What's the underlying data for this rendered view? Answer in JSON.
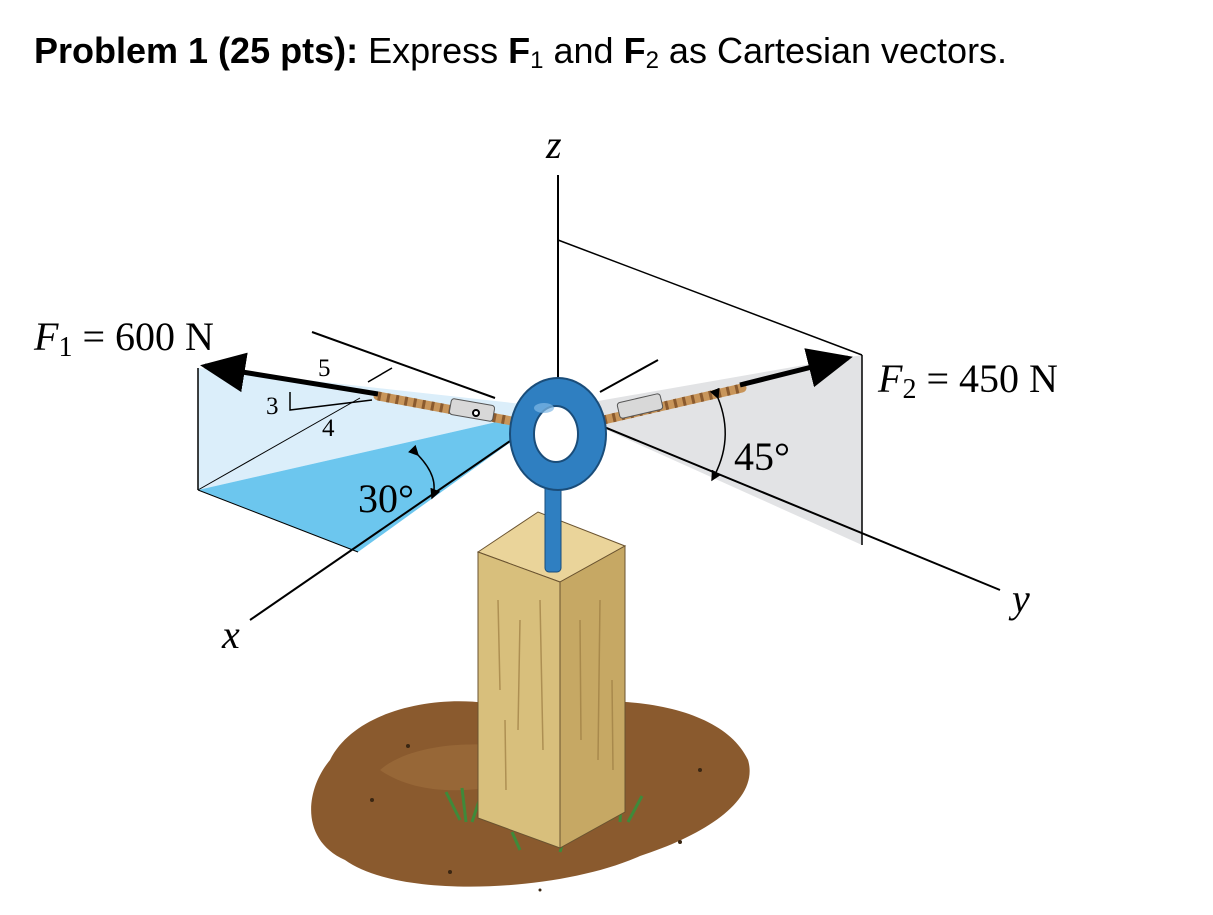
{
  "problem": {
    "label": "Problem 1 (25 pts):",
    "text_1": " Express ",
    "f1": "F",
    "f1_sub": "1",
    "text_2": " and ",
    "f2": "F",
    "f2_sub": "2",
    "text_3": " as Cartesian vectors."
  },
  "diagram": {
    "axis_x": "x",
    "axis_y": "y",
    "axis_z": "z",
    "f1_symbol": "F",
    "f1_sub": "1",
    "f1_eq": " = 600 N",
    "f2_symbol": "F",
    "f2_sub": "2",
    "f2_eq": " = 450 N",
    "slope_hyp": "5",
    "slope_rise": "3",
    "slope_run": "4",
    "angle_f1": "30°",
    "angle_f2": "45°"
  },
  "colors": {
    "light_blue": "#dbeefa",
    "mid_blue": "#6cc6ee",
    "ring_blue": "#2f7fc1",
    "wood": "#d8bf7c",
    "dirt": "#8a5a2e",
    "gray_plane": "#e2e3e5"
  }
}
